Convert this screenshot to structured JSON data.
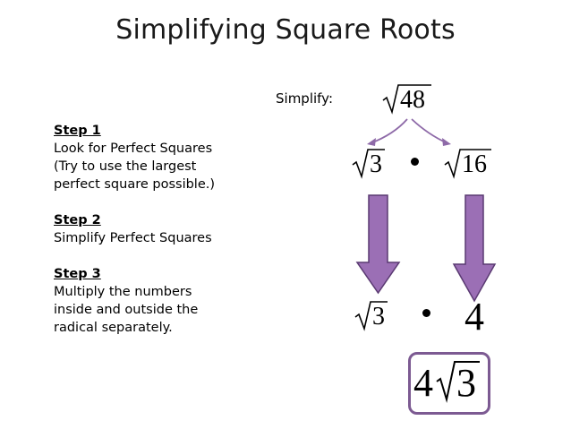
{
  "slide": {
    "title": "Simplifying Square Roots",
    "simplify_label": "Simplify:"
  },
  "steps": [
    {
      "heading": "Step 1",
      "lines": [
        "Look for Perfect Squares",
        "(Try to use the largest",
        "perfect square possible.)"
      ]
    },
    {
      "heading": "Step 2",
      "lines": [
        "Simplify Perfect Squares"
      ]
    },
    {
      "heading": "Step 3",
      "lines": [
        "Multiply the numbers",
        "inside and outside the",
        "radical separately."
      ]
    }
  ],
  "math": {
    "original": "48",
    "factor_left": "3",
    "factor_right": "16",
    "simplified_left": "3",
    "simplified_right": "4",
    "answer_coefficient": "4",
    "answer_radicand": "3"
  },
  "colors": {
    "arrow_fill": "#9b6fb5",
    "arrow_stroke": "#5a3a72",
    "box_border": "#7c5a92",
    "split_arrow": "#8e6aa8"
  }
}
